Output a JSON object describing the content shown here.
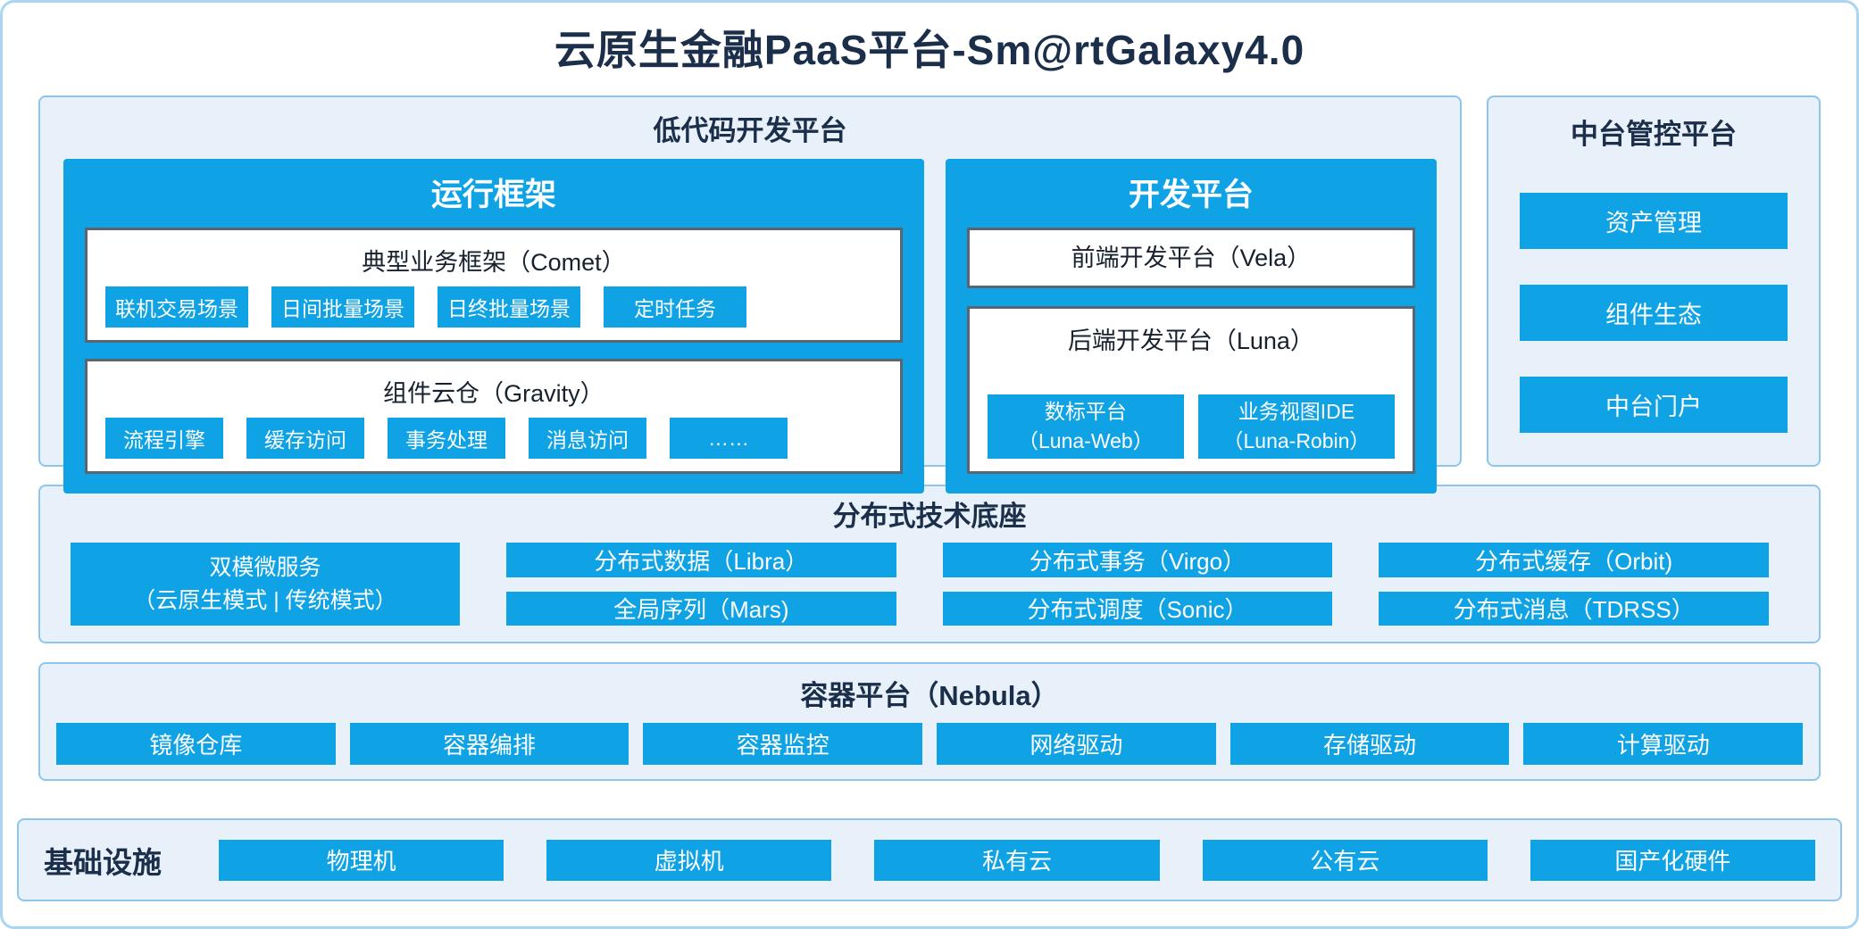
{
  "title": "云原生金融PaaS平台-Sm@rtGalaxy4.0",
  "colors": {
    "primary_blue": "#0fa3e6",
    "panel_bg": "#e8f1fa",
    "panel_border": "#8cc6ec",
    "dark_border": "#596570",
    "heading_text": "#1b2e4a"
  },
  "low_code_platform": {
    "title": "低代码开发平台",
    "runtime_framework": {
      "title": "运行框架",
      "comet": {
        "title": "典型业务框架（Comet）",
        "items": [
          "联机交易场景",
          "日间批量场景",
          "日终批量场景",
          "定时任务"
        ]
      },
      "gravity": {
        "title": "组件云仓（Gravity）",
        "items": [
          "流程引擎",
          "缓存访问",
          "事务处理",
          "消息访问",
          "……"
        ]
      }
    },
    "dev_platform": {
      "title": "开发平台",
      "vela_title": "前端开发平台（Vela）",
      "luna": {
        "title": "后端开发平台（Luna）",
        "items": [
          {
            "name": "数标平台",
            "sub": "（Luna-Web）"
          },
          {
            "name": "业务视图IDE",
            "sub": "（Luna-Robin）"
          }
        ]
      }
    }
  },
  "mid_platform": {
    "title": "中台管控平台",
    "items": [
      "资产管理",
      "组件生态",
      "中台门户"
    ]
  },
  "distributed_base": {
    "title": "分布式技术底座",
    "dual_mode": {
      "name": "双模微服务",
      "sub": "（云原生模式 | 传统模式）"
    },
    "row1": [
      "分布式数据（Libra）",
      "分布式事务（Virgo）",
      "分布式缓存（Orbit)"
    ],
    "row2": [
      "全局序列（Mars)",
      "分布式调度（Sonic）",
      "分布式消息（TDRSS）"
    ]
  },
  "container_platform": {
    "title": "容器平台（Nebula）",
    "items": [
      "镜像仓库",
      "容器编排",
      "容器监控",
      "网络驱动",
      "存储驱动",
      "计算驱动"
    ]
  },
  "infrastructure": {
    "title": "基础设施",
    "items": [
      "物理机",
      "虚拟机",
      "私有云",
      "公有云",
      "国产化硬件"
    ]
  }
}
